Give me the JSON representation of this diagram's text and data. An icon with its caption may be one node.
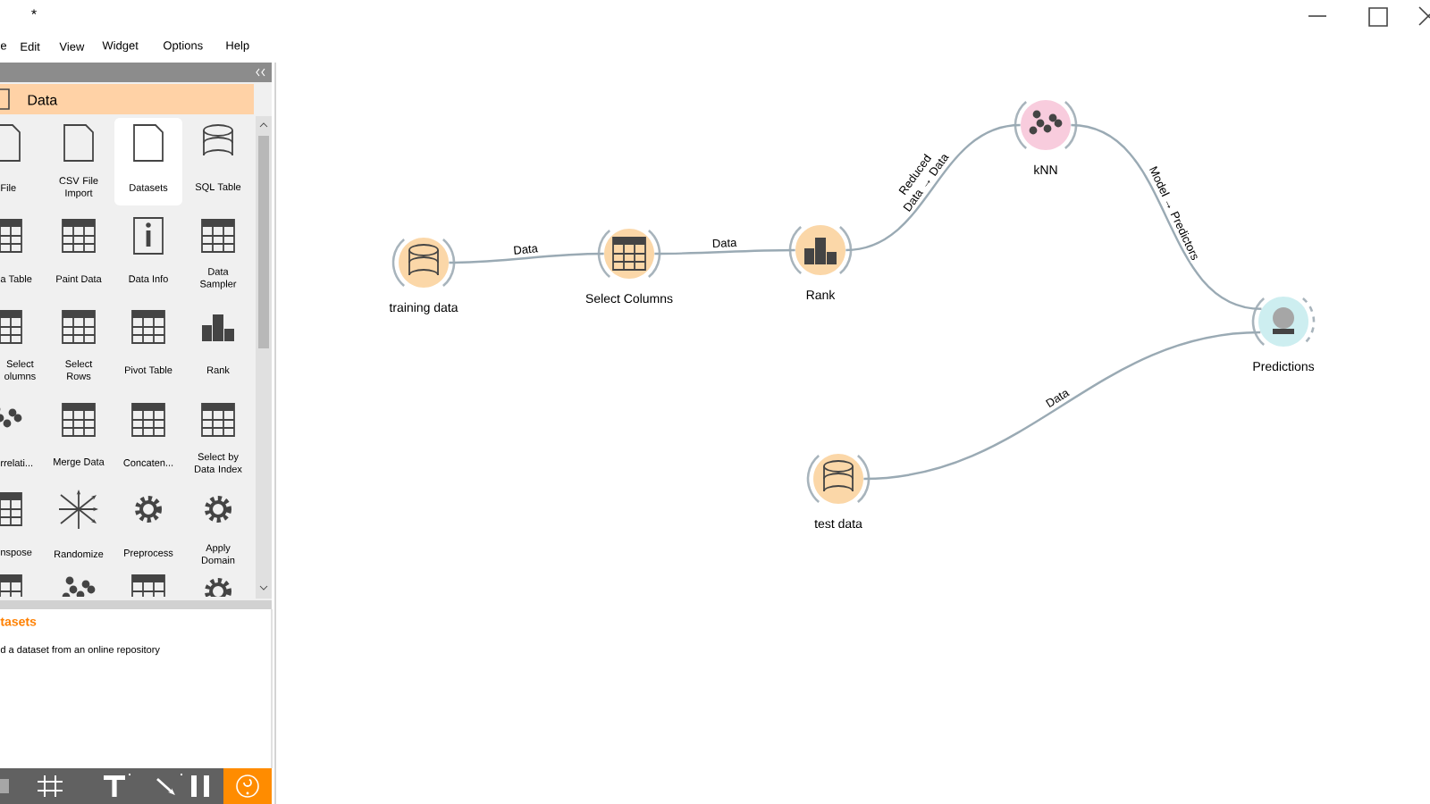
{
  "diagram": {
    "nodes": [
      {
        "text": [
          "training data"
        ]
      },
      {
        "text": [
          "Select Columns"
        ]
      },
      {
        "text": [
          "Rank"
        ]
      },
      {
        "text": [
          "kNN"
        ]
      },
      {
        "text": [
          "Predictions"
        ]
      },
      {
        "text": [
          "test data"
        ]
      }
    ],
    "edges": [
      {
        "from": 0,
        "to": 1,
        "arrow": "none",
        "label": "Data"
      },
      {
        "from": 1,
        "to": 2,
        "arrow": "none",
        "label": "Data"
      },
      {
        "from": 2,
        "to": 3,
        "arrow": "none",
        "label": "Reduced Data → Data"
      },
      {
        "from": 3,
        "to": 4,
        "arrow": "none",
        "label": "Model → Predictors"
      },
      {
        "from": 5,
        "to": 4,
        "arrow": "none",
        "label": "Data"
      }
    ],
    "labels": [
      "*",
      "e",
      "Edit",
      "View",
      "Widget",
      "Options",
      "Help",
      "Data",
      "File",
      "CSV File Import",
      "Datasets",
      "SQL Table",
      "a Table",
      "Paint Data",
      "Data Info",
      "Data Sampler",
      "Select olumns",
      "Select Rows",
      "Pivot Table",
      "Rank",
      "rrelati...",
      "Merge Data",
      "Concaten...",
      "Select by Data Index",
      "nspose",
      "Randomize",
      "Preprocess",
      "Apply Domain",
      "tasets",
      "d a dataset from an online repository"
    ]
  }
}
